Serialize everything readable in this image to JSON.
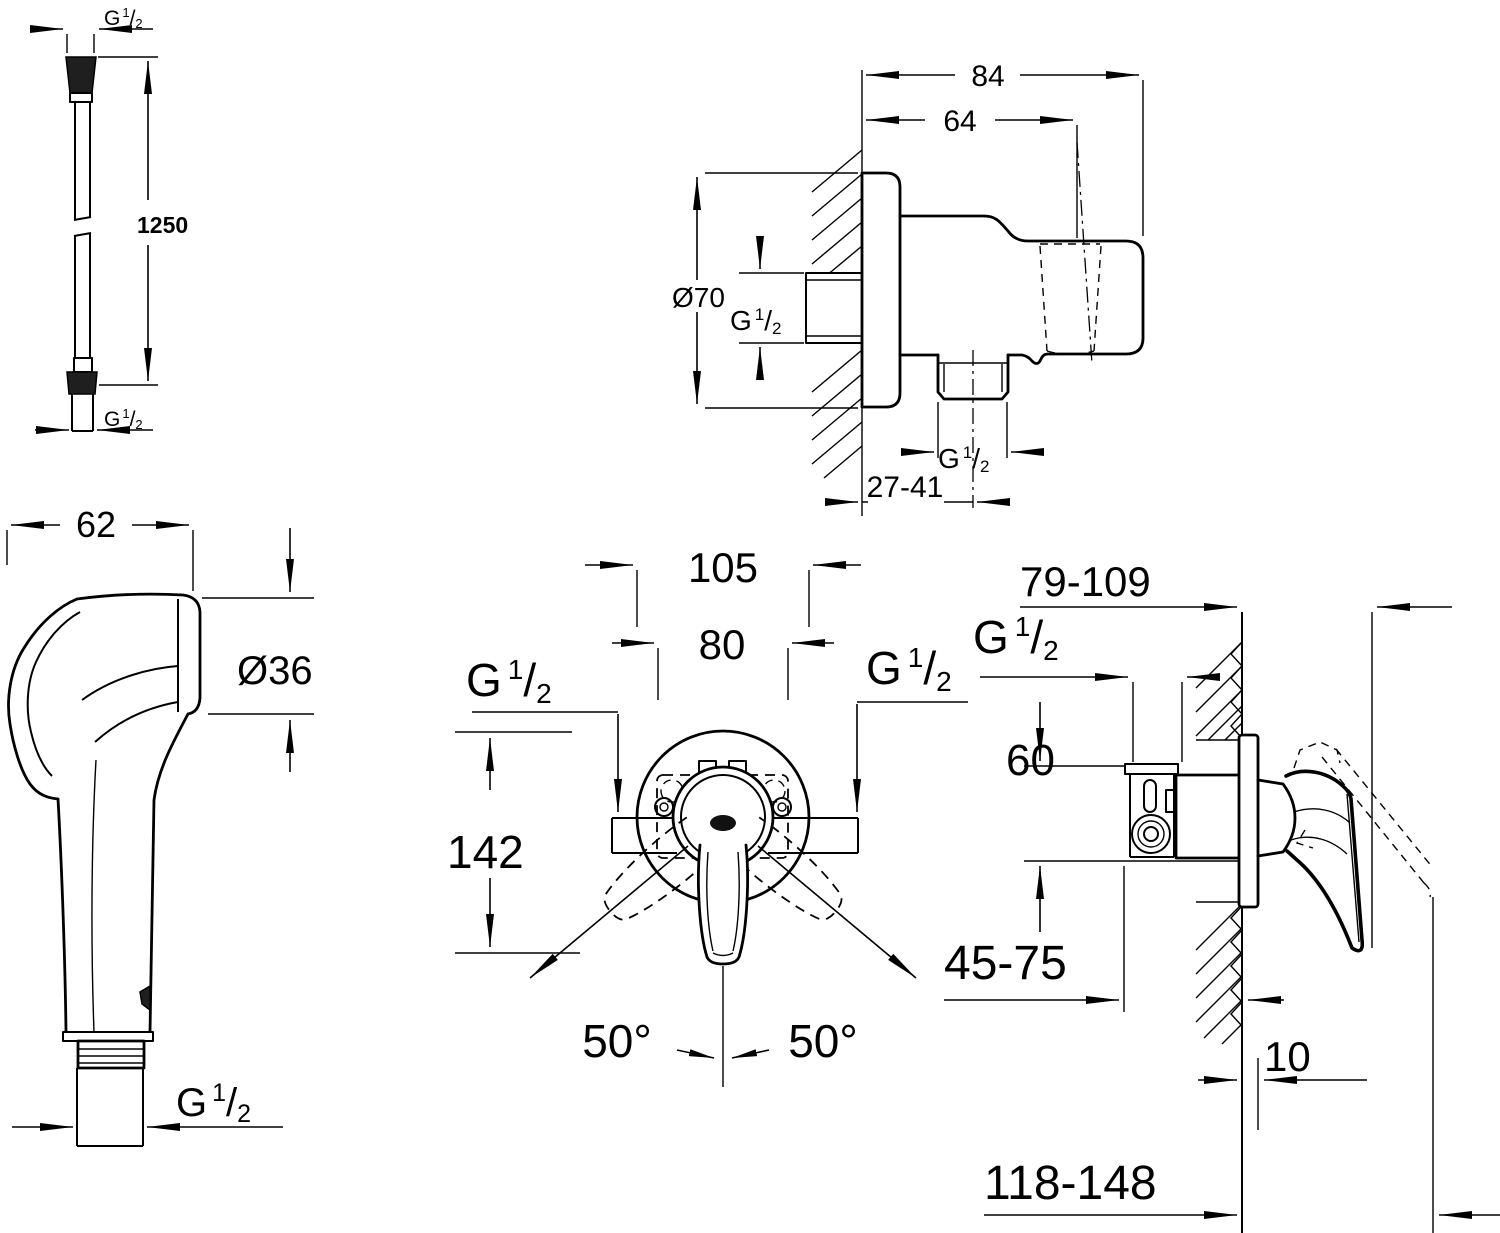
{
  "labels": {
    "g_half": {
      "g": "G",
      "sup": "1",
      "slash": "/",
      "sub": "2"
    }
  },
  "hose": {
    "length": "1250",
    "top_thread": "G 1/2",
    "bottom_thread": "G 1/2"
  },
  "wall_holder": {
    "width": "84",
    "holder_offset": "64",
    "plate_diameter": "Ø70",
    "inlet_thread": "G 1/2",
    "outlet_thread": "G 1/2",
    "offset_range": "27-41"
  },
  "hand_shower": {
    "head_length": "62",
    "head_diameter": "Ø36",
    "thread": "G 1/2"
  },
  "mixer_front": {
    "plate_diameter": "105",
    "box_width": "80",
    "left_thread": "G 1/2",
    "right_thread": "G 1/2",
    "height": "142",
    "swing_left": "50°",
    "swing_right": "50°"
  },
  "mixer_side": {
    "reach_closed": "79-109",
    "thread": "G 1/2",
    "body_height": "60",
    "depth_range": "45-75",
    "plate_thickness": "10",
    "reach_open": "118-148"
  }
}
